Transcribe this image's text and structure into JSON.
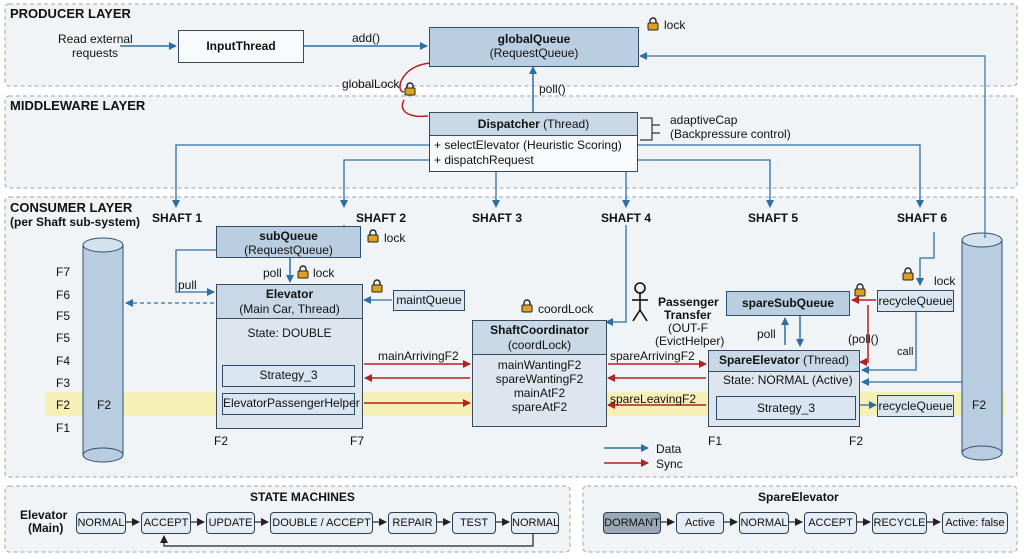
{
  "layers": {
    "producer": "PRODUCER LAYER",
    "middleware": "MIDDLEWARE LAYER",
    "consumer_line1": "CONSUMER LAYER",
    "consumer_line2": "(per Shaft sub-system)"
  },
  "producer": {
    "external_line1": "Read external",
    "external_line2": "requests",
    "input_thread": "InputThread",
    "add_label": "add()",
    "global_queue_title": "globalQueue",
    "global_queue_sub": "(RequestQueue)",
    "lock_label": "lock",
    "global_lock_label": "globalLock",
    "poll_label": "poll()"
  },
  "dispatcher": {
    "title": "Dispatcher",
    "title_suffix": "(Thread)",
    "method1": "+ selectElevator (Heuristic Scoring)",
    "method2": "+ dispatchRequest",
    "cap_line1": "adaptiveCap",
    "cap_line2": "(Backpressure control)"
  },
  "shafts": [
    "SHAFT 1",
    "SHAFT 2",
    "SHAFT 3",
    "SHAFT 4",
    "SHAFT 5",
    "SHAFT 6"
  ],
  "floors": [
    "F7",
    "F6",
    "F5",
    "F5",
    "F4",
    "F3",
    "F2",
    "F1"
  ],
  "consumer": {
    "sub_queue_title": "subQueue",
    "sub_queue_sub": "(RequestQueue)",
    "sub_queue_lock": "lock",
    "pull_label": "pull",
    "poll_label": "poll",
    "poll_lock_label": "lock",
    "elevator_title": "Elevator",
    "elevator_sub": "(Main Car, Thread)",
    "elevator_state": "State: DOUBLE",
    "strategy_main": "Strategy_3",
    "passenger_helper": "ElevatorPassengerHelper",
    "main_bottom_left": "F2",
    "main_bottom_right": "F7",
    "shaft1_f2": "F2",
    "maint_queue": "maintQueue",
    "coord_lock_label": "coordLock",
    "coordinator_title": "ShaftCoordinator",
    "coordinator_sub": "(coordLock)",
    "coord_fields": [
      "mainWantingF2",
      "spareWantingF2",
      "mainAtF2",
      "spareAtF2"
    ],
    "main_arriving": "mainArrivingF2",
    "spare_arriving": "spareArrivingF2",
    "spare_leaving": "spareLeavingF2",
    "transfer_line1": "Passenger",
    "transfer_line2": "Transfer",
    "transfer_line3": "(OUT-F",
    "transfer_line4": "(EvictHelper)",
    "spare_sub_queue": "spareSubQueue",
    "spare_poll": "poll",
    "spare_title": "SpareElevator",
    "spare_title_suffix": "(Thread)",
    "spare_state": "State: NORMAL (Active)",
    "strategy_spare": "Strategy_3",
    "spare_bottom_left": "F1",
    "spare_bottom_right": "F2",
    "recycle_queue_top": "recycleQueue",
    "recycle_queue_bottom": "recycleQueue",
    "recycle_lock_label": "lock",
    "poll_paren": "(poll()",
    "call_label": "call",
    "shaft6_f2": "F2"
  },
  "legend": {
    "data": "Data",
    "sync": "Sync"
  },
  "state_machines": {
    "title": "STATE MACHINES",
    "elevator_label_line1": "Elevator",
    "elevator_label_line2": "(Main)",
    "elevator_states": [
      "NORMAL",
      "ACCEPT",
      "UPDATE",
      "DOUBLE / ACCEPT",
      "REPAIR",
      "TEST",
      "NORMAL"
    ],
    "spare_title": "SpareElevator",
    "spare_states": [
      "DORMANT",
      "Active",
      "NORMAL",
      "ACCEPT",
      "RECYCLE",
      "Active: false"
    ]
  },
  "colors": {
    "data_arrow": "#2e6fa3",
    "sync_arrow": "#b22222",
    "highlight_band": "#f7efaa",
    "lock_gold": "#e0a21b"
  }
}
